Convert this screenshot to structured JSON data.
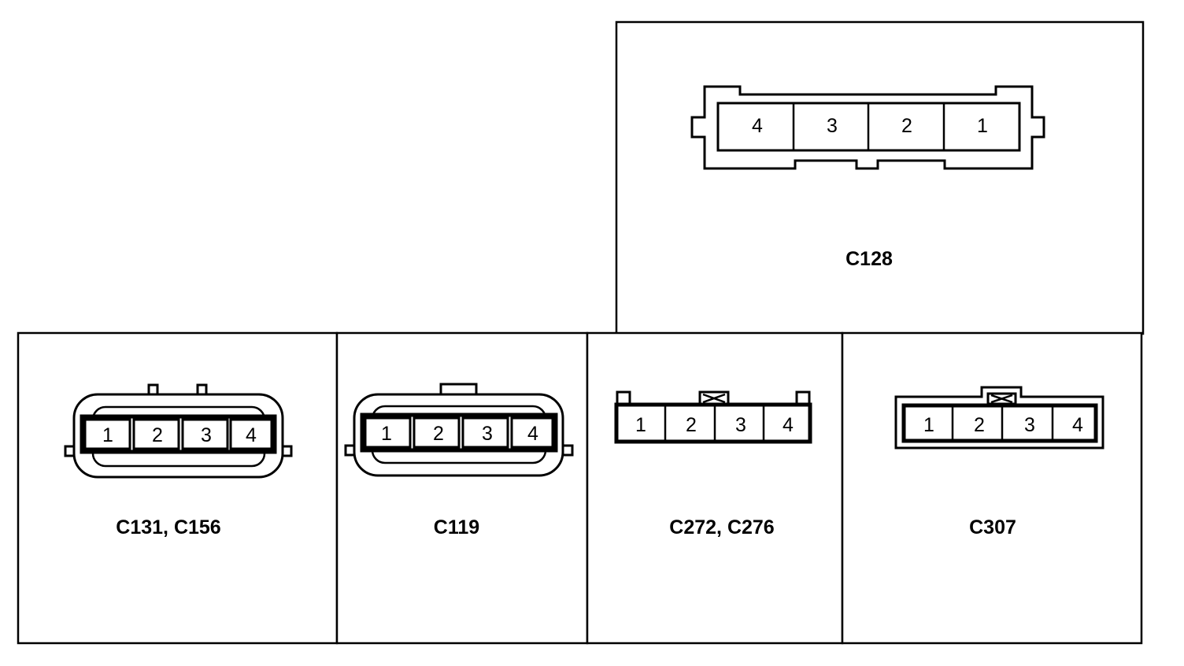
{
  "connectors": {
    "c128": {
      "label": "C128",
      "pins": [
        "4",
        "3",
        "2",
        "1"
      ]
    },
    "c131_c156": {
      "label": "C131, C156",
      "pins": [
        "1",
        "2",
        "3",
        "4"
      ]
    },
    "c119": {
      "label": "C119",
      "pins": [
        "1",
        "2",
        "3",
        "4"
      ]
    },
    "c272_c276": {
      "label": "C272, C276",
      "pins": [
        "1",
        "2",
        "3",
        "4"
      ]
    },
    "c307": {
      "label": "C307",
      "pins": [
        "1",
        "2",
        "3",
        "4"
      ]
    }
  }
}
